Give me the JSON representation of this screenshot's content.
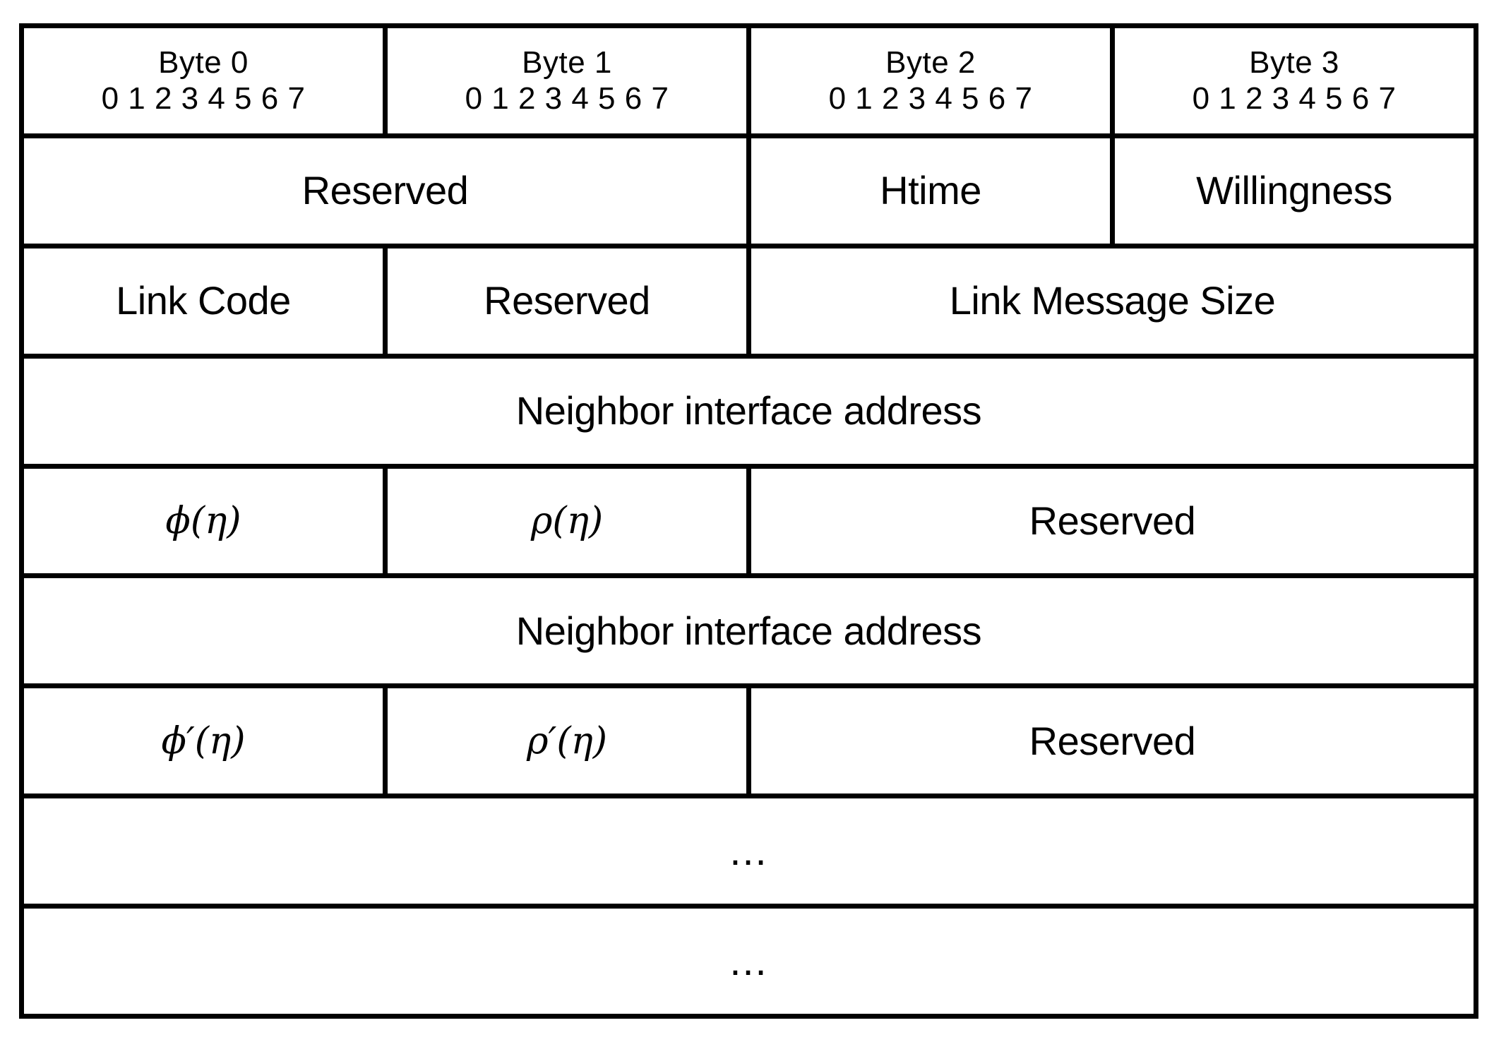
{
  "colors": {
    "border": "#000000",
    "cell_background": "#ffffff",
    "text": "#000000"
  },
  "header": {
    "bytes": [
      {
        "label": "Byte 0",
        "bits": "0 1 2 3 4 5 6 7"
      },
      {
        "label": "Byte 1",
        "bits": "0 1 2 3 4 5 6 7"
      },
      {
        "label": "Byte 2",
        "bits": "0 1 2 3 4 5 6 7"
      },
      {
        "label": "Byte 3",
        "bits": "0 1 2 3 4 5 6 7"
      }
    ]
  },
  "rows": [
    {
      "cells": [
        {
          "label": "Reserved",
          "span": 2
        },
        {
          "label": "Htime",
          "span": 1
        },
        {
          "label": "Willingness",
          "span": 1
        }
      ]
    },
    {
      "cells": [
        {
          "label": "Link Code",
          "span": 1
        },
        {
          "label": "Reserved",
          "span": 1
        },
        {
          "label": "Link Message Size",
          "span": 2
        }
      ]
    },
    {
      "cells": [
        {
          "label": "Neighbor interface address",
          "span": 4
        }
      ]
    },
    {
      "cells": [
        {
          "label": "ϕ(η)",
          "span": 1
        },
        {
          "label": "ρ(η)",
          "span": 1
        },
        {
          "label": "Reserved",
          "span": 2
        }
      ]
    },
    {
      "cells": [
        {
          "label": "Neighbor interface address",
          "span": 4
        }
      ]
    },
    {
      "cells": [
        {
          "label": "ϕ′(η)",
          "span": 1
        },
        {
          "label": "ρ′(η)",
          "span": 1
        },
        {
          "label": "Reserved",
          "span": 2
        }
      ]
    },
    {
      "cells": [
        {
          "label": "...",
          "span": 4
        }
      ]
    },
    {
      "cells": [
        {
          "label": "...",
          "span": 4
        }
      ]
    }
  ]
}
